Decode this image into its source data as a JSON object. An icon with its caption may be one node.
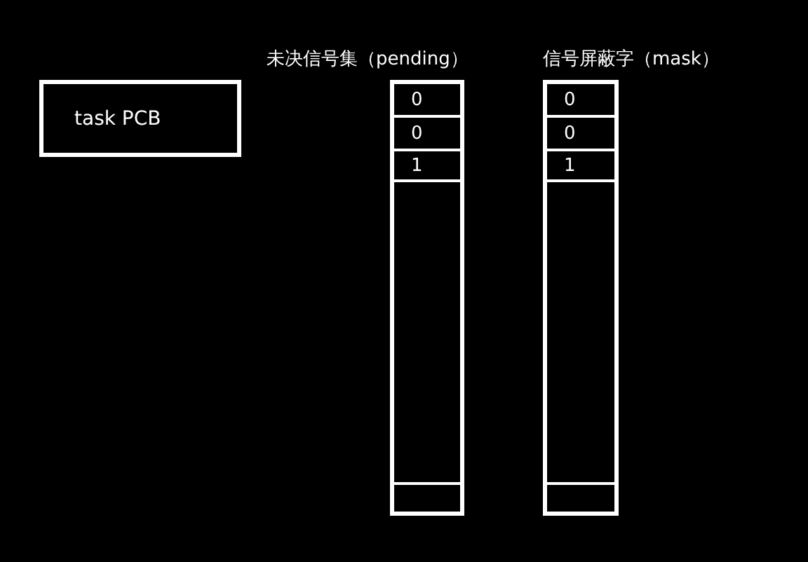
{
  "diagram": {
    "nodes": [
      {
        "text": [
          "task PCB"
        ]
      },
      {
        "text": [
          "未决信号集（pending）"
        ]
      },
      {
        "text": [
          "0"
        ],
        "in": 1
      },
      {
        "text": [
          "0"
        ],
        "in": 1
      },
      {
        "text": [
          "1"
        ],
        "in": 1
      },
      {
        "text": [],
        "shape": "box",
        "in": 1
      },
      {
        "text": [
          "信号屏蔽字（mask）"
        ]
      },
      {
        "text": [
          "0"
        ],
        "in": 6
      },
      {
        "text": [
          "0"
        ],
        "in": 6
      },
      {
        "text": [
          "1"
        ],
        "in": 6
      },
      {
        "text": [],
        "shape": "box",
        "in": 6
      }
    ]
  }
}
